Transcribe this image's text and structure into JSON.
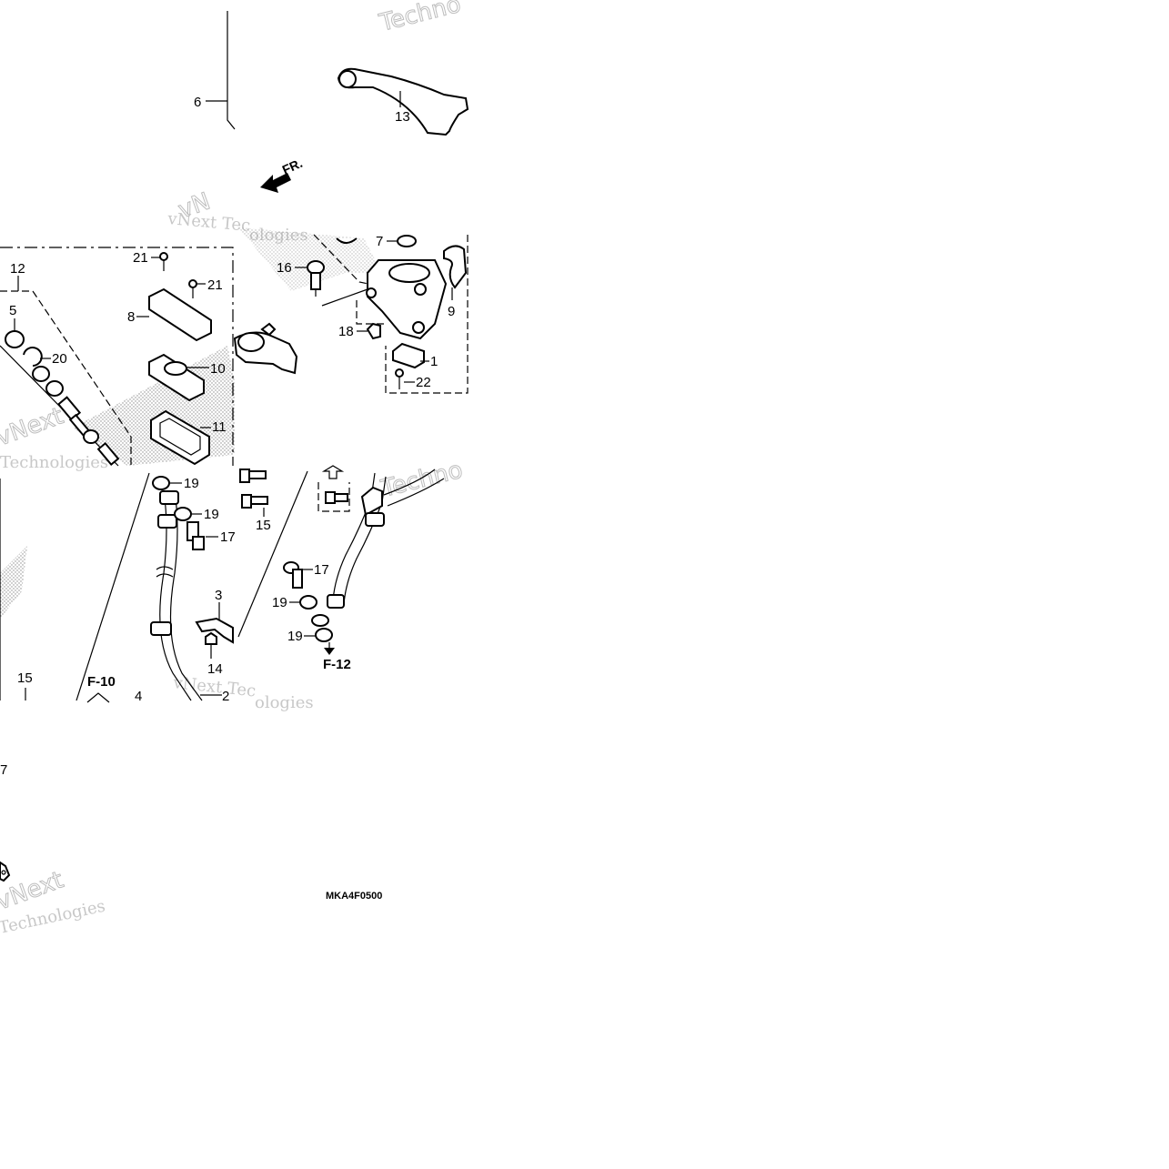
{
  "diagram_code": "MKA4F0500",
  "direction_label": "FR.",
  "references": {
    "f10": "F-10",
    "f12": "F-12"
  },
  "watermarks": [
    "Techno",
    "vNext Tec",
    "ologies",
    "Techno",
    "vNext",
    "Technologies",
    "vNext Tec",
    "ologies",
    "vNext",
    "Technologies",
    "vN"
  ],
  "part_labels": {
    "p6": "6",
    "p13": "13",
    "p7": "7",
    "p16": "16",
    "p9": "9",
    "p18": "18",
    "p1": "1",
    "p22": "22",
    "p12": "12",
    "p5": "5",
    "p20": "20",
    "p21a": "21",
    "p21b": "21",
    "p8": "8",
    "p10": "10",
    "p11": "11",
    "p19a": "19",
    "p19b": "19",
    "p17a": "17",
    "p15a": "15",
    "p17b": "17",
    "p19c": "19",
    "p19d": "19",
    "p3": "3",
    "p14": "14",
    "p15b": "15",
    "p4": "4",
    "p2": "2",
    "p17c": "7"
  }
}
